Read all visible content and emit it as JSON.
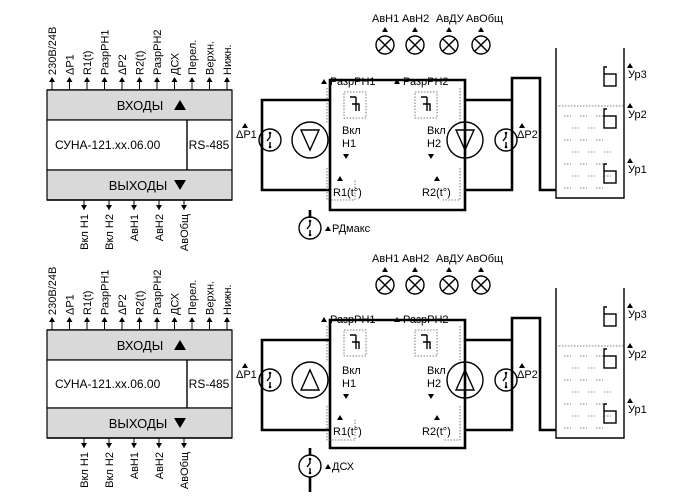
{
  "controller": {
    "inputs_header": "ВХОДЫ",
    "outputs_header": "ВЫХОДЫ",
    "model": "СУНА-121.хх.06.00",
    "interface": "RS-485",
    "input_terminals": [
      "230В/24В",
      "ΔP1",
      "R1(t)",
      "РазрРН1",
      "ΔP2",
      "R2(t)",
      "РазрРН2",
      "ДСХ",
      "Перел.",
      "Верхн.",
      "Нижн."
    ],
    "output_terminals": [
      "Вкл Н1",
      "Вкл Н2",
      "АвН1",
      "АвН2",
      "АвОбщ"
    ]
  },
  "alarms": [
    "АвН1",
    "АвН2",
    "АвДУ",
    "АвОбщ"
  ],
  "hydraulics": {
    "dp1": "ΔP1",
    "dp2": "ΔP2",
    "allow1": "РазрРН1",
    "allow2": "РазрРН2",
    "run1": "Вкл",
    "pump1": "Н1",
    "run2": "Вкл",
    "pump2": "Н2",
    "r1": "R1(t°)",
    "r2": "R2(t°)"
  },
  "tank_levels": [
    "Ур3",
    "Ур2",
    "Ур1"
  ],
  "schemes": [
    {
      "pump_direction": "down",
      "bottom_sensor": "РДмакс"
    },
    {
      "pump_direction": "up",
      "bottom_sensor": "ДСХ"
    }
  ],
  "colors": {
    "panel_fill": "#d9d9d9",
    "line": "#000000",
    "background": "#ffffff"
  }
}
